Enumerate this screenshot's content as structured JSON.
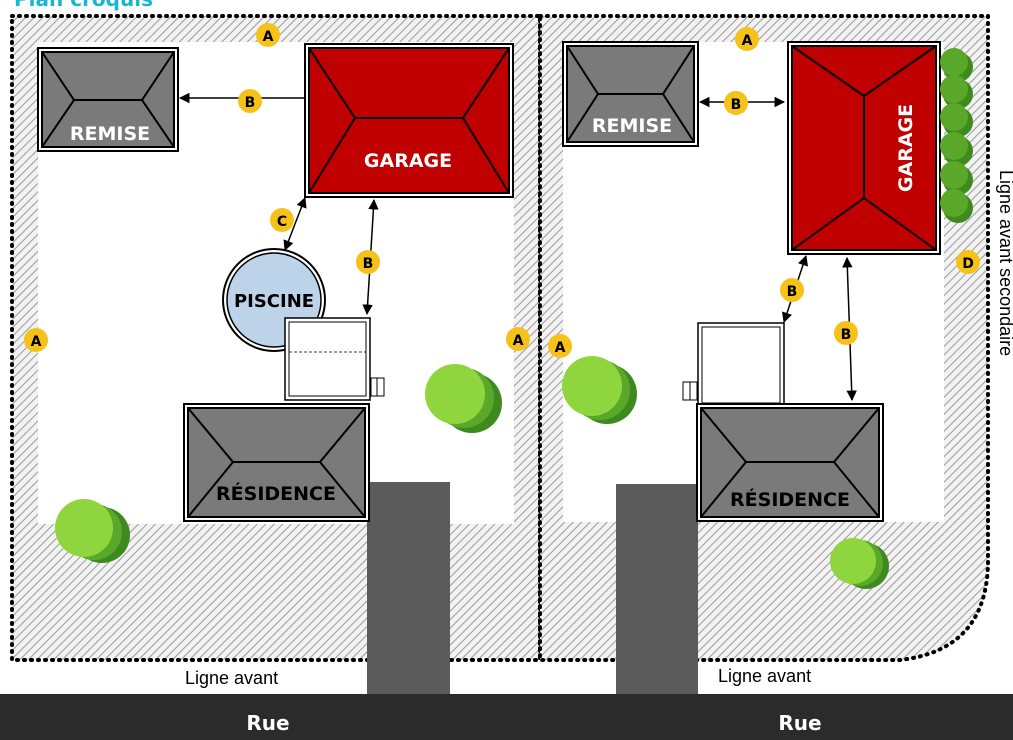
{
  "title": "Plan croquis",
  "colors": {
    "title": "#1ab6d0",
    "garage": "#c00000",
    "roof_grey": "#7a7a7a",
    "pool": "#bcd3ea",
    "marker": "#f6c21a",
    "road": "#2b2b2b",
    "driveway": "#5b5b5b",
    "shrub_light": "#8fd63e",
    "shrub_dark": "#3e8a1e"
  },
  "buildings": {
    "remise": "REMISE",
    "garage": "GARAGE",
    "residence": "RÉSIDENCE",
    "piscine": "PISCINE"
  },
  "markers": {
    "a": "A",
    "b": "B",
    "c": "C",
    "d": "D"
  },
  "lines": {
    "front_left": "Ligne avant",
    "front_right": "Ligne avant",
    "secondary": "Ligne avant secondaire"
  },
  "street": {
    "left": "Rue",
    "right": "Rue"
  }
}
